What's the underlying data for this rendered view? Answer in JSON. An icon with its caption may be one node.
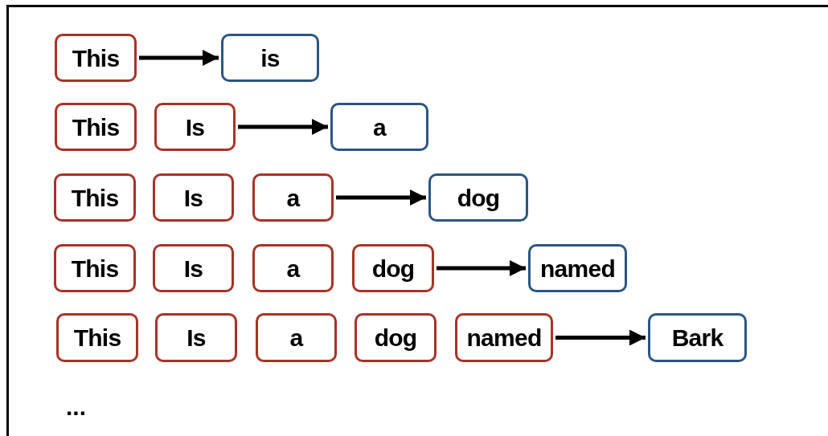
{
  "diagram": {
    "nodes": [
      {
        "text": [
          "This"
        ]
      },
      {
        "text": [
          "is"
        ]
      },
      {
        "text": [
          "This"
        ]
      },
      {
        "text": [
          "Is"
        ]
      },
      {
        "text": [
          "a"
        ]
      },
      {
        "text": [
          "This"
        ]
      },
      {
        "text": [
          "Is"
        ]
      },
      {
        "text": [
          "a"
        ]
      },
      {
        "text": [
          "dog"
        ]
      },
      {
        "text": [
          "This"
        ]
      },
      {
        "text": [
          "Is"
        ]
      },
      {
        "text": [
          "a"
        ]
      },
      {
        "text": [
          "dog"
        ]
      },
      {
        "text": [
          "named"
        ]
      },
      {
        "text": [
          "This"
        ]
      },
      {
        "text": [
          "Is"
        ]
      },
      {
        "text": [
          "a"
        ]
      },
      {
        "text": [
          "dog"
        ]
      },
      {
        "text": [
          "named"
        ]
      },
      {
        "text": [
          "Bark"
        ]
      }
    ],
    "edges": [
      {
        "from": 0,
        "to": 1,
        "arrow": "to"
      },
      {
        "from": 3,
        "to": 4,
        "arrow": "to"
      },
      {
        "from": 7,
        "to": 8,
        "arrow": "to"
      },
      {
        "from": 12,
        "to": 13,
        "arrow": "to"
      },
      {
        "from": 18,
        "to": 19,
        "arrow": "to"
      }
    ],
    "labels": [
      "..."
    ]
  }
}
